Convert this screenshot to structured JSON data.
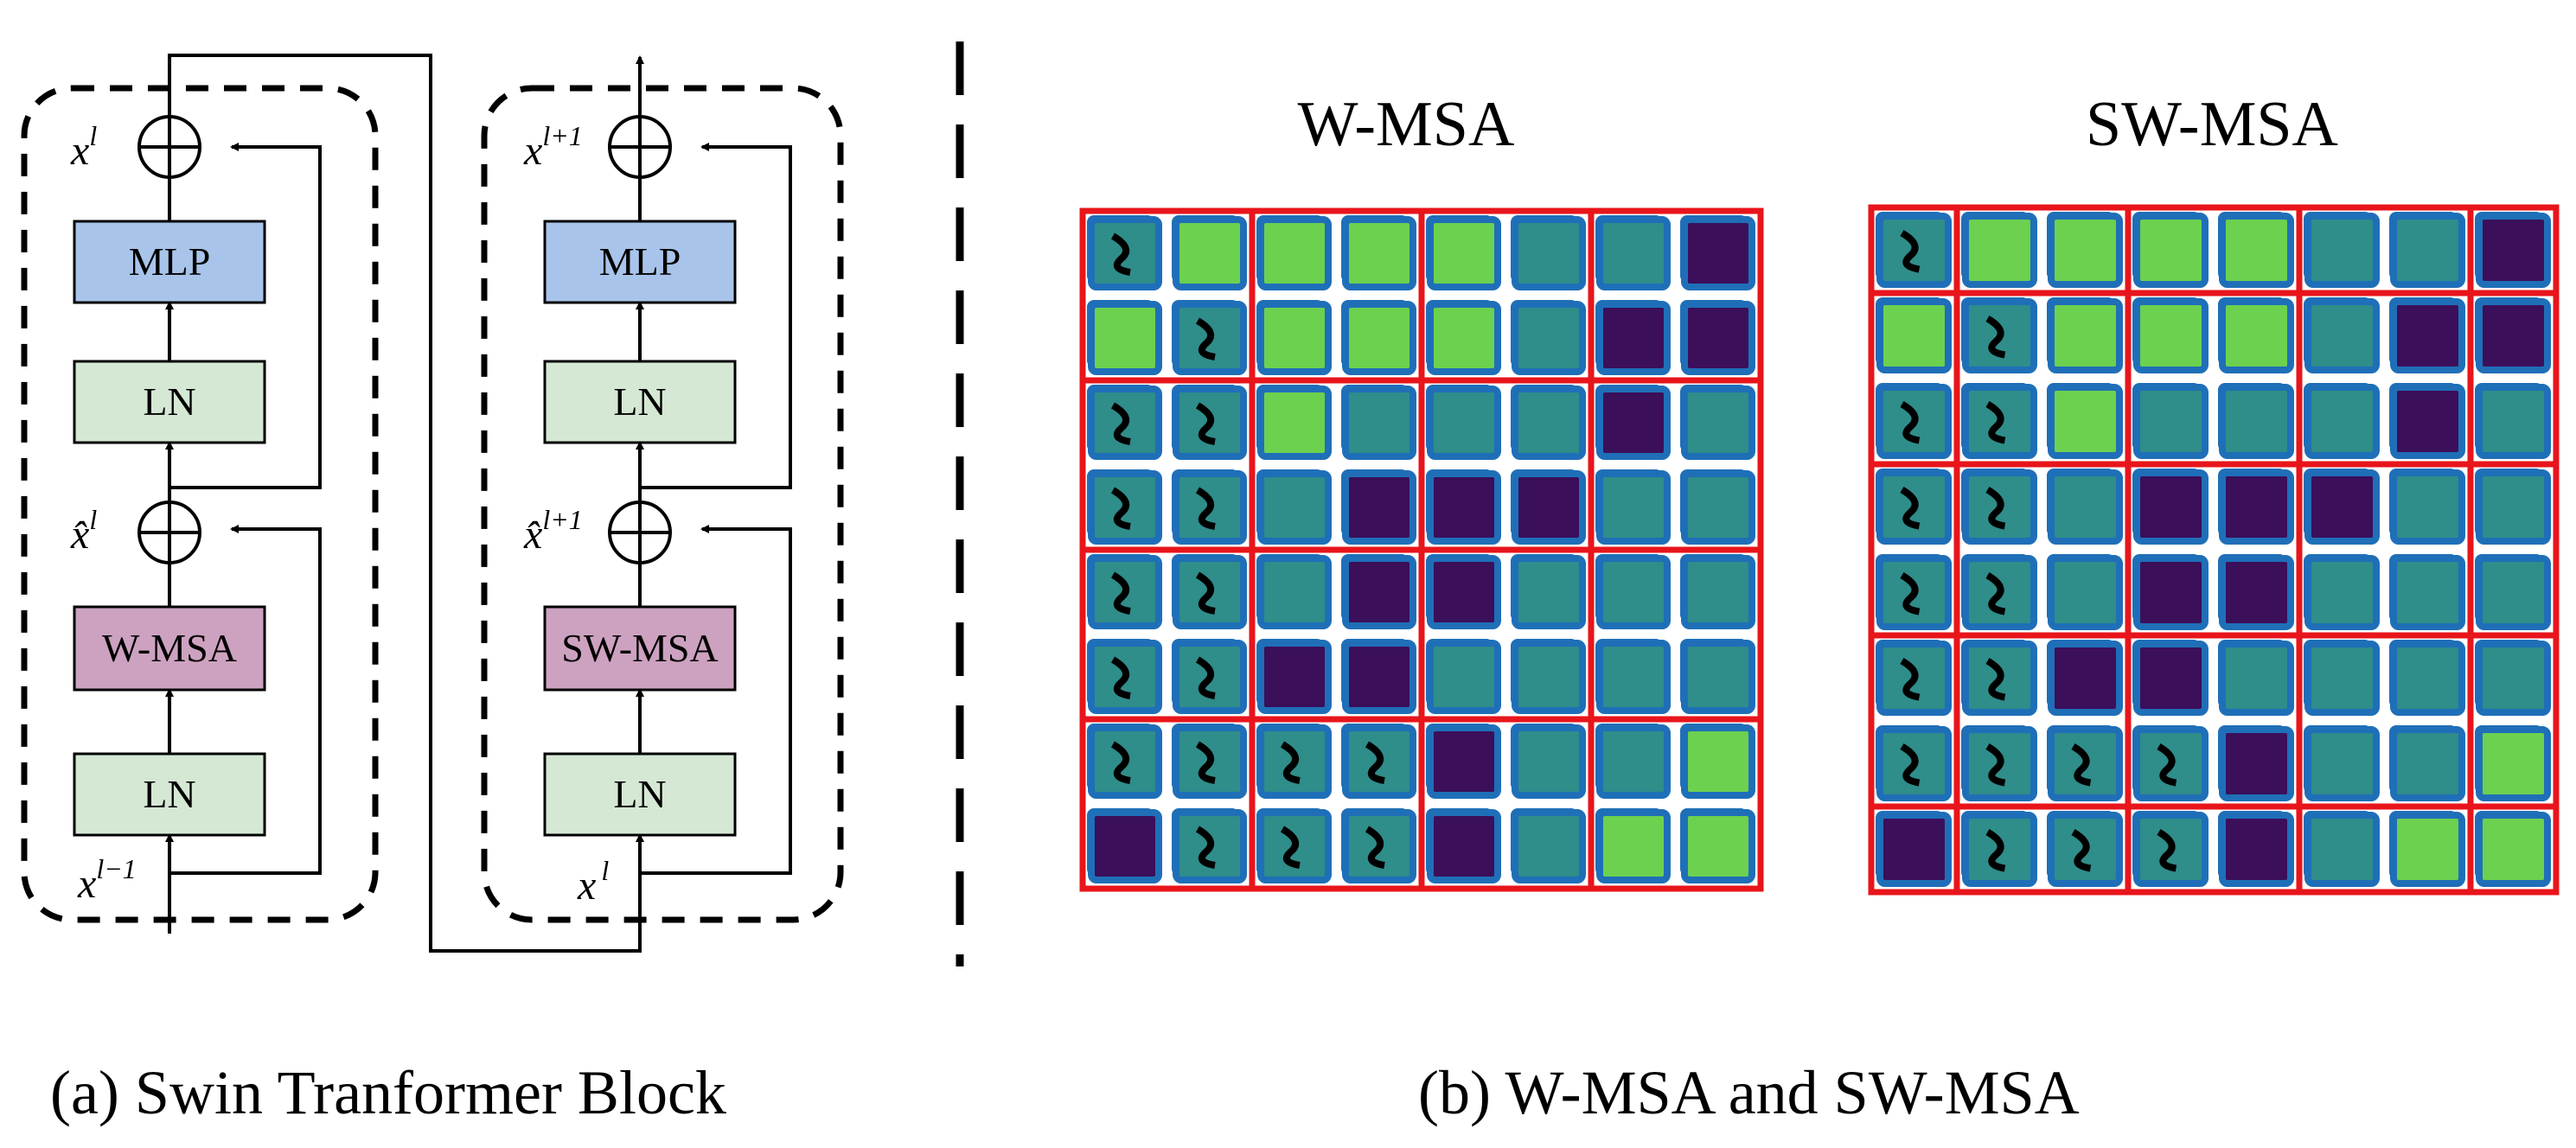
{
  "block_a": {
    "left_column": {
      "boxes": [
        "MLP",
        "LN",
        "W-MSA",
        "LN"
      ],
      "labels": {
        "top": "x",
        "top_sup": "l",
        "mid": "x̂",
        "mid_sup": "l",
        "bottom": "x",
        "bottom_sup": "l−1"
      }
    },
    "right_column": {
      "boxes": [
        "MLP",
        "LN",
        "SW-MSA",
        "LN"
      ],
      "labels": {
        "top": "x",
        "top_sup": "l+1",
        "mid": "x̂",
        "mid_sup": "l+1",
        "bottom": "x",
        "bottom_sup": "l"
      }
    },
    "caption": "(a) Swin Tranformer Block"
  },
  "block_b": {
    "panels": [
      {
        "title": "W-MSA"
      },
      {
        "title": "SW-MSA"
      }
    ],
    "caption": "(b) W-MSA and SW-MSA"
  },
  "colors": {
    "mlp": "#a9c4ea",
    "ln": "#d5e8d4",
    "msa": "#cda2c0",
    "window_border": "#e8151b",
    "patch_border": "#1f6fb8",
    "patch_dark": "#3b0f5a",
    "patch_mid": "#2f8d8a",
    "patch_light": "#6cd14f"
  }
}
